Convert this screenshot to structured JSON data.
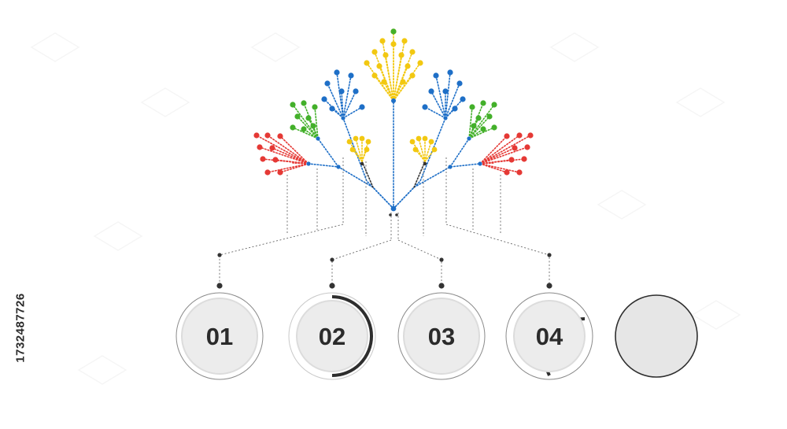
{
  "side_id": "1732487726",
  "steps": [
    {
      "label": "01",
      "ring": "thin"
    },
    {
      "label": "02",
      "ring": "arc-right"
    },
    {
      "label": "03",
      "ring": "thin"
    },
    {
      "label": "04",
      "ring": "arc-left"
    },
    {
      "label": "",
      "ring": "plain"
    }
  ],
  "colors": {
    "red": "#e53935",
    "green": "#43b02a",
    "blue": "#1e6fc7",
    "yellow": "#f2c811",
    "connector": "#555555",
    "circle_fill": "#ececec",
    "circle_stroke": "#6f6f6f",
    "text": "#2b2b2b"
  }
}
